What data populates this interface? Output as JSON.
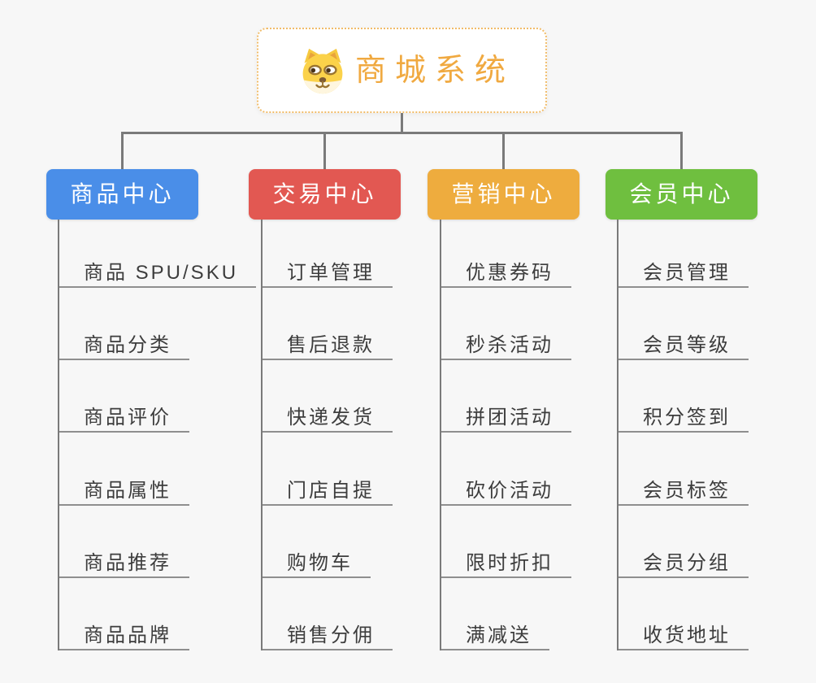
{
  "root": {
    "title": "商城系统",
    "icon": "dog-face-icon"
  },
  "colors": {
    "root_accent": "#F0A940",
    "root_border": "#F1BC69",
    "connector": "#7A7A7A",
    "leaf_underline": "#8F8F8F",
    "leaf_text": "#3D3D3D",
    "branch1": "#4A8EE8",
    "branch2": "#E25852",
    "branch3": "#EEAC3E",
    "branch4": "#6FBF3F"
  },
  "branches": [
    {
      "label": "商品中心",
      "color_key": "branch1",
      "children": [
        "商品 SPU/SKU",
        "商品分类",
        "商品评价",
        "商品属性",
        "商品推荐",
        "商品品牌"
      ]
    },
    {
      "label": "交易中心",
      "color_key": "branch2",
      "children": [
        "订单管理",
        "售后退款",
        "快递发货",
        "门店自提",
        "购物车",
        "销售分佣"
      ]
    },
    {
      "label": "营销中心",
      "color_key": "branch3",
      "children": [
        "优惠券码",
        "秒杀活动",
        "拼团活动",
        "砍价活动",
        "限时折扣",
        "满减送"
      ]
    },
    {
      "label": "会员中心",
      "color_key": "branch4",
      "children": [
        "会员管理",
        "会员等级",
        "积分签到",
        "会员标签",
        "会员分组",
        "收货地址"
      ]
    }
  ]
}
